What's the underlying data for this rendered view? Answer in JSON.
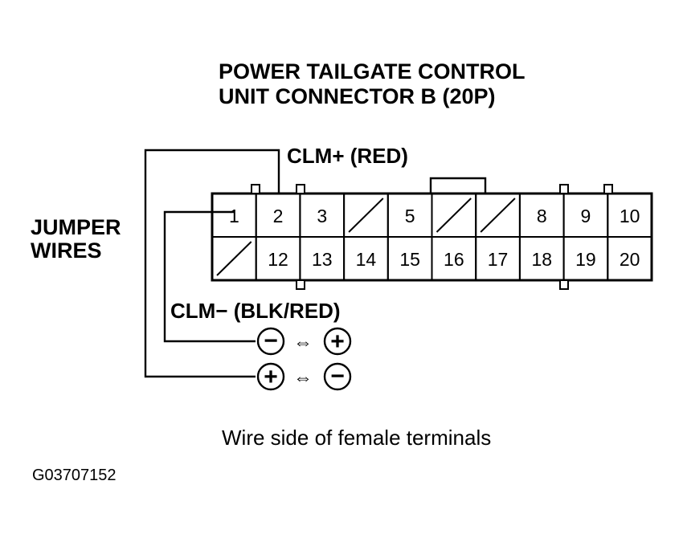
{
  "title_line1": "POWER TAILGATE CONTROL",
  "title_line2": "UNIT CONNECTOR B (20P)",
  "wire_positive_label": "CLM+ (RED)",
  "wire_negative_label": "CLM− (BLK/RED)",
  "jumper_label_line1": "JUMPER",
  "jumper_label_line2": "WIRES",
  "caption": "Wire side of female terminals",
  "figure_code": "G03707152",
  "connector": {
    "row1": [
      "1",
      "2",
      "3",
      "",
      "5",
      "",
      "",
      "8",
      "9",
      "10"
    ],
    "row2": [
      "",
      "12",
      "13",
      "14",
      "15",
      "16",
      "17",
      "18",
      "19",
      "20"
    ]
  },
  "polarity_rows": [
    {
      "left": "−",
      "arrow": "⇔",
      "right": "+"
    },
    {
      "left": "+",
      "arrow": "⇔",
      "right": "−"
    }
  ]
}
